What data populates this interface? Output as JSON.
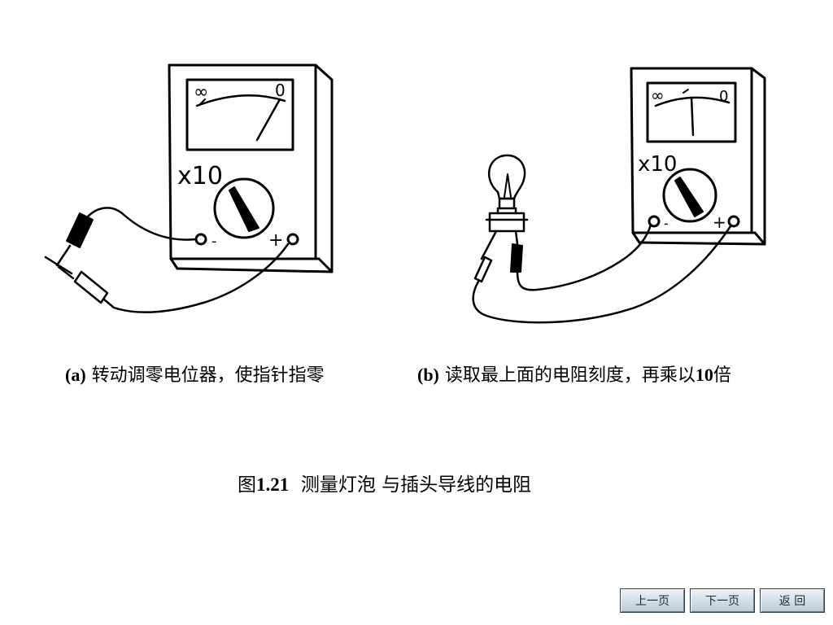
{
  "figure": {
    "meter_a": {
      "dial_left": "∞",
      "dial_right": "0",
      "range_label": "x10",
      "terminal_minus": "-",
      "terminal_plus": "+"
    },
    "meter_b": {
      "dial_left": "∞",
      "dial_right": "0",
      "range_label": "x10",
      "terminal_minus": "-",
      "terminal_plus": "+"
    }
  },
  "captions": {
    "a_prefix": "(a)",
    "a_text": " 转动调零电位器，使指针指零",
    "b_prefix": "(b)",
    "b_text": " 读取最上面的电阻刻度，再乘以",
    "b_suffix": "10",
    "b_end": "倍"
  },
  "title": {
    "prefix": "图",
    "number": "1.21",
    "text": "  测量灯泡 与插头导线的电阻"
  },
  "nav": {
    "prev": "上一页",
    "next": "下一页",
    "back": "返 回"
  }
}
